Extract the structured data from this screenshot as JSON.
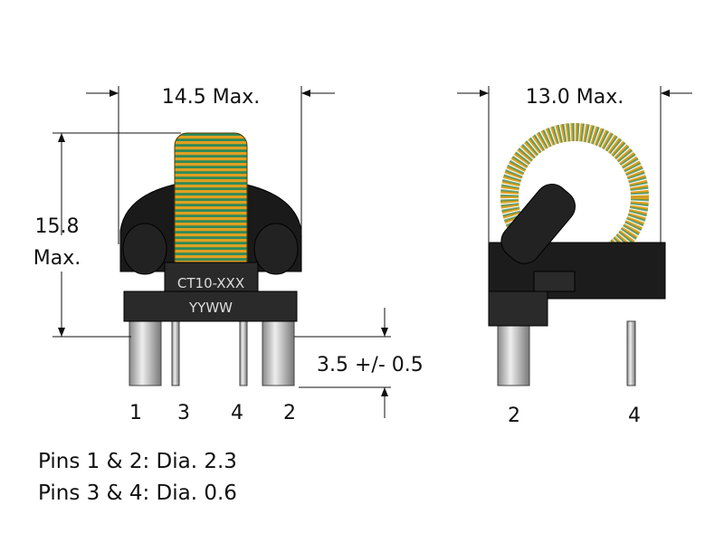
{
  "front_view": {
    "width_dim": "14.5 Max.",
    "height_dim_value": "15.8",
    "height_dim_suffix": "Max.",
    "standoff_dim": "3.5 +/- 0.5",
    "marking_line1": "CT10-XXX",
    "marking_line2": "YYWW",
    "pin_labels": [
      "1",
      "3",
      "4",
      "2"
    ]
  },
  "side_view": {
    "depth_dim": "13.0 Max.",
    "pin_labels": [
      "2",
      "4"
    ]
  },
  "notes": [
    "Pins 1 & 2: Dia. 2.3",
    "Pins 3 & 4: Dia. 0.6"
  ],
  "colors": {
    "body": "#1a1a1a",
    "wire": "#e0a020",
    "core": "#2f8a5a",
    "pin": "#c8c8c0"
  }
}
